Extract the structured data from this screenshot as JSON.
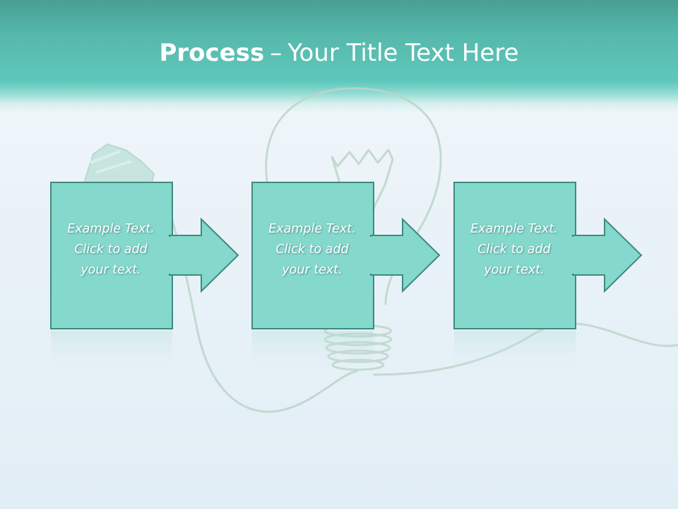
{
  "slide": {
    "title_bold": "Process",
    "title_dash": "–",
    "title_rest": "Your Title Text Here"
  },
  "steps": [
    {
      "lines": [
        "Example Text.",
        "Click  to add",
        "your text."
      ]
    },
    {
      "lines": [
        "Example Text.",
        "Click  to add",
        "your text."
      ]
    },
    {
      "lines": [
        "Example Text.",
        "Click  to add",
        "your text."
      ]
    }
  ],
  "colors": {
    "header_teal": "#55b8ab",
    "step_fill": "#84d8cc",
    "step_stroke": "#3f8a80",
    "background": "#eaf3f8",
    "wire": "#b8d3c3"
  },
  "decor": {
    "background_image": "light-bulb-with-plug-cord"
  }
}
